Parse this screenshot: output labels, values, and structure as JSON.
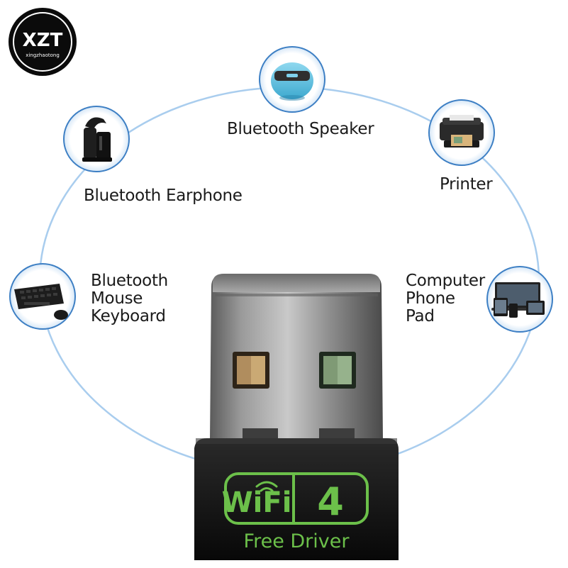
{
  "brand": {
    "logo_text": "XZT",
    "logo_subtext": "xingzhaotong",
    "ring_color": "#0b0b0b"
  },
  "devices": {
    "speaker": {
      "label": "Bluetooth Speaker",
      "icon": "bluetooth-speaker-icon"
    },
    "earphone": {
      "label": "Bluetooth Earphone",
      "icon": "bluetooth-earphone-icon"
    },
    "printer": {
      "label": "Printer",
      "icon": "printer-icon"
    },
    "keyboard": {
      "lines": [
        "Bluetooth",
        "Mouse",
        "Keyboard"
      ],
      "icon": "keyboard-mouse-icon"
    },
    "computer": {
      "lines": [
        "Computer",
        "Phone",
        "Pad"
      ],
      "icon": "computer-devices-icon"
    }
  },
  "adapter": {
    "badge_text": "WiFi",
    "badge_number": "4",
    "caption": "Free Driver",
    "badge_color": "#6cc04a"
  },
  "colors": {
    "ring_line": "#9cc4ea",
    "circle_border": "#3d7fc4"
  }
}
